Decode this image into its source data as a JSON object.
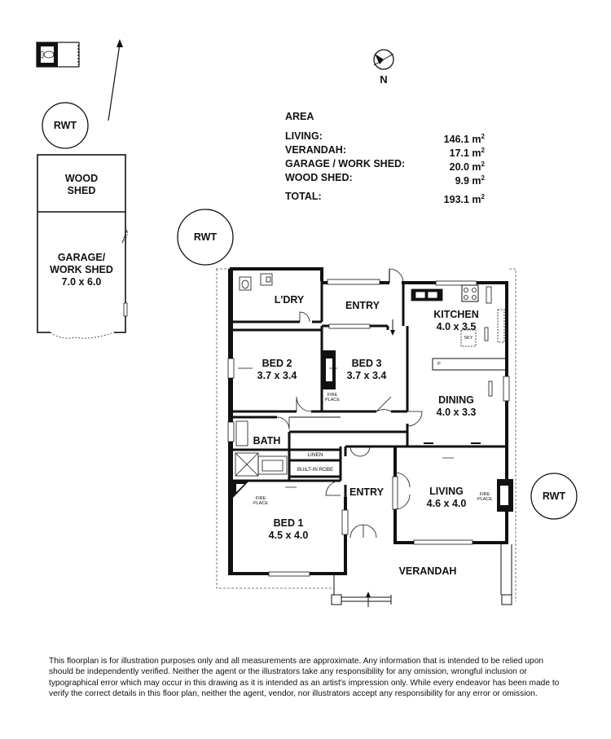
{
  "compass": {
    "north_label": "N"
  },
  "area": {
    "title": "AREA",
    "rows": [
      {
        "label": "LIVING:",
        "value": "146.1 m",
        "unit_sup": "2"
      },
      {
        "label": "VERANDAH:",
        "value": "17.1 m",
        "unit_sup": "2"
      },
      {
        "label": "GARAGE / WORK SHED:",
        "value": "20.0 m",
        "unit_sup": "2"
      },
      {
        "label": "WOOD SHED:",
        "value": "9.9 m",
        "unit_sup": "2"
      }
    ],
    "total": {
      "label": "TOTAL:",
      "value": "193.1 m",
      "unit_sup": "2"
    }
  },
  "tanks": {
    "rwt_label": "RWT"
  },
  "outbuildings": {
    "wood_shed": [
      "WOOD",
      "SHED"
    ],
    "garage": [
      "GARAGE/",
      "WORK SHED",
      "7.0 x 6.0"
    ]
  },
  "rooms": {
    "laundry": "L'DRY",
    "entry_top": "ENTRY",
    "kitchen": {
      "name": "KITCHEN",
      "dims": "4.0 x 3.5"
    },
    "bed2": {
      "name": "BED 2",
      "dims": "3.7 x 3.4"
    },
    "bed3": {
      "name": "BED 3",
      "dims": "3.7 x 3.4"
    },
    "dining": {
      "name": "DINING",
      "dims": "4.0 x 3.3"
    },
    "bath": "BATH",
    "linen": "LINEN",
    "built_in_robe": "BUILT-IN ROBE",
    "entry_main": "ENTRY",
    "living": {
      "name": "LIVING",
      "dims": "4.6 x 4.0"
    },
    "bed1": {
      "name": "BED 1",
      "dims": "4.5 x 4.0"
    },
    "verandah": "VERANDAH"
  },
  "fixtures": {
    "fireplace": [
      "FIRE",
      "PLACE"
    ],
    "sky": "SKY",
    "pantry": "P"
  },
  "disclaimer": "This floorplan is for illustration purposes only and all measurements are approximate. Any information that is intended to be relied upon should be independently verified. Neither the agent or the illustrators take any responsibility for any omission, wrongful inclusion or typographical error which may occur in this drawing as it is intended as an artist's impression only. While every endeavor has been made to verify the correct details in this floor plan, neither the agent, vendor, nor illustrators accept any responsibility for any error or omission."
}
